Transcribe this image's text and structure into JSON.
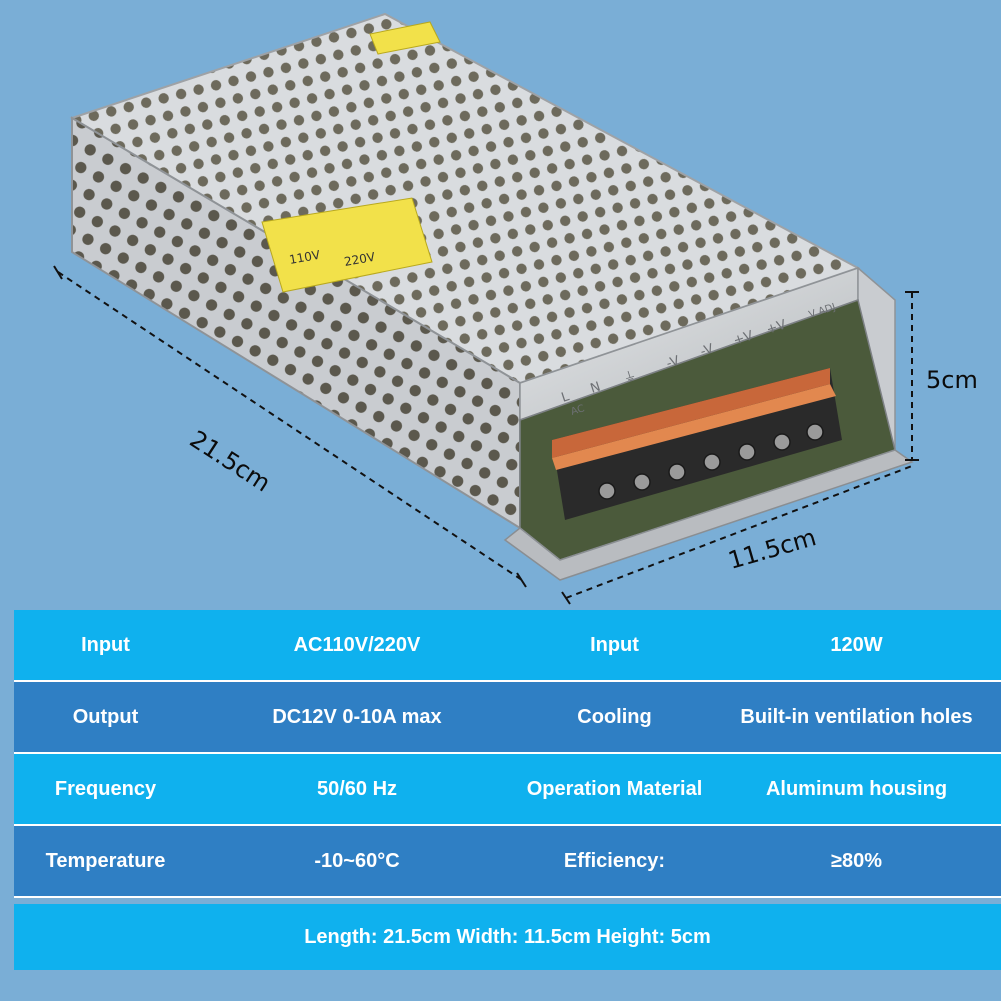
{
  "dimensions": {
    "length": "21.5cm",
    "width": "11.5cm",
    "height": "5cm"
  },
  "product_labels": {
    "voltage_switch_low": "110V",
    "voltage_switch_high": "220V",
    "terminals": [
      "L",
      "N",
      "⏚",
      "-V",
      "-V",
      "+V",
      "+V"
    ],
    "adj": "V ADJ",
    "ac": "AC"
  },
  "specs": {
    "rows": [
      {
        "c1": "Input",
        "c2": "AC110V/220V",
        "c3": "Input",
        "c4": "120W"
      },
      {
        "c1": "Output",
        "c2": "DC12V 0-10A max",
        "c3": "Cooling",
        "c4": "Built-in ventilation holes"
      },
      {
        "c1": "Frequency",
        "c2": "50/60 Hz",
        "c3": "Operation Material",
        "c4": "Aluminum housing"
      },
      {
        "c1": "Temperature",
        "c2": "-10~60°C",
        "c3": "Efficiency:",
        "c4": "≥80%"
      }
    ],
    "footer": "Length: 21.5cm Width: 11.5cm Height: 5cm"
  },
  "colors": {
    "background": "#7aaed6",
    "row_light": "#0fb1ee",
    "row_dark": "#2f7fc4"
  }
}
